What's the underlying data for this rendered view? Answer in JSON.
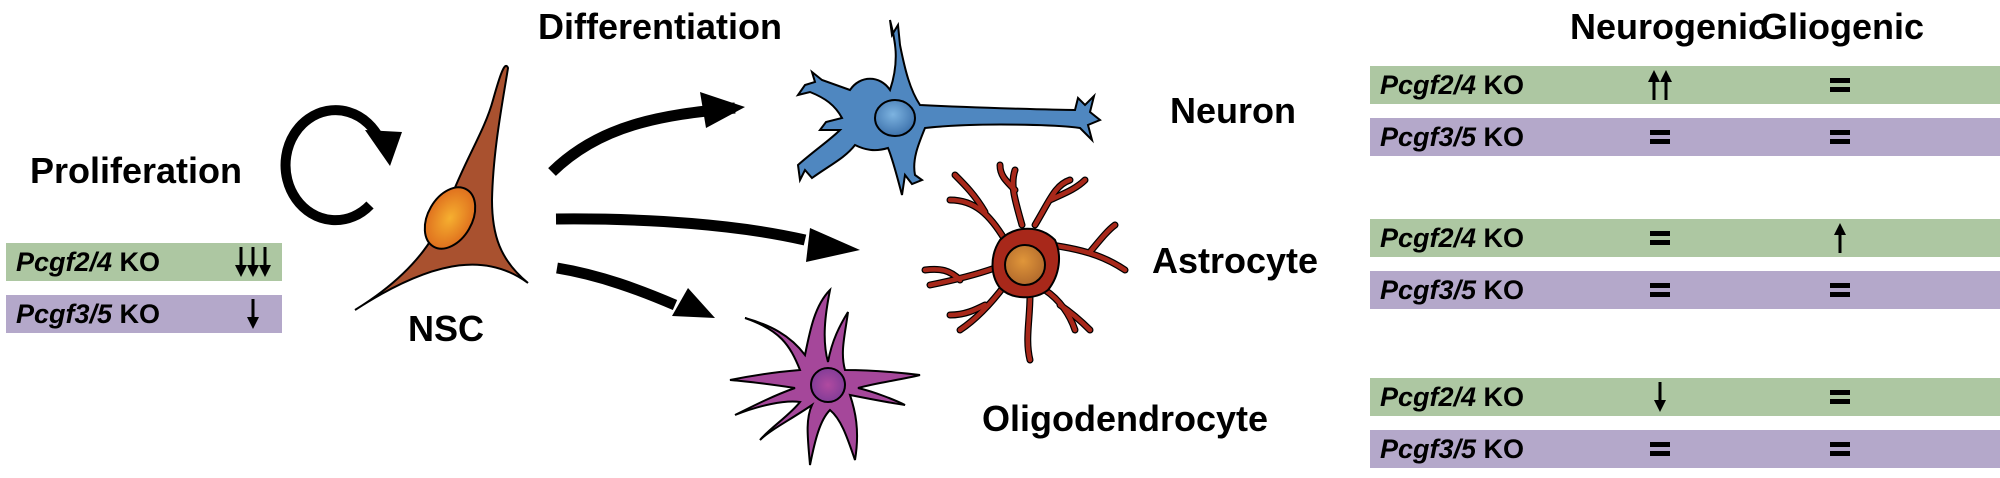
{
  "labels": {
    "proliferation": "Proliferation",
    "differentiation": "Differentiation",
    "nsc": "NSC",
    "neuron": "Neuron",
    "astrocyte": "Astrocyte",
    "oligodendrocyte": "Oligodendrocyte"
  },
  "colors": {
    "green_bar": "#adc7a2",
    "purple_bar": "#b4a8ca",
    "nsc_body": "#a9512f",
    "nsc_nucleus": "#f0962a",
    "neuron_body": "#4f87c0",
    "astrocyte_body": "#a8281a",
    "oligodendrocyte_body": "#a5479a"
  },
  "proliferation_table": [
    {
      "gene": "Pcgf2/4",
      "suffix": " KO",
      "effect": "down3",
      "color": "green"
    },
    {
      "gene": "Pcgf3/5",
      "suffix": " KO",
      "effect": "down1",
      "color": "purple"
    }
  ],
  "fate_table": {
    "columns": [
      "Neurogenic",
      "Gliogenic"
    ],
    "groups": [
      {
        "cell_type": "Neuron",
        "rows": [
          {
            "gene": "Pcgf2/4",
            "suffix": " KO",
            "neurogenic": "up2",
            "gliogenic": "equal",
            "color": "green"
          },
          {
            "gene": "Pcgf3/5",
            "suffix": " KO",
            "neurogenic": "equal",
            "gliogenic": "equal",
            "color": "purple"
          }
        ]
      },
      {
        "cell_type": "Astrocyte",
        "rows": [
          {
            "gene": "Pcgf2/4",
            "suffix": " KO",
            "neurogenic": "equal",
            "gliogenic": "up1",
            "color": "green"
          },
          {
            "gene": "Pcgf3/5",
            "suffix": " KO",
            "neurogenic": "equal",
            "gliogenic": "equal",
            "color": "purple"
          }
        ]
      },
      {
        "cell_type": "Oligodendrocyte",
        "rows": [
          {
            "gene": "Pcgf2/4",
            "suffix": " KO",
            "neurogenic": "down1",
            "gliogenic": "equal",
            "color": "green"
          },
          {
            "gene": "Pcgf3/5",
            "suffix": " KO",
            "neurogenic": "equal",
            "gliogenic": "equal",
            "color": "purple"
          }
        ]
      }
    ]
  }
}
